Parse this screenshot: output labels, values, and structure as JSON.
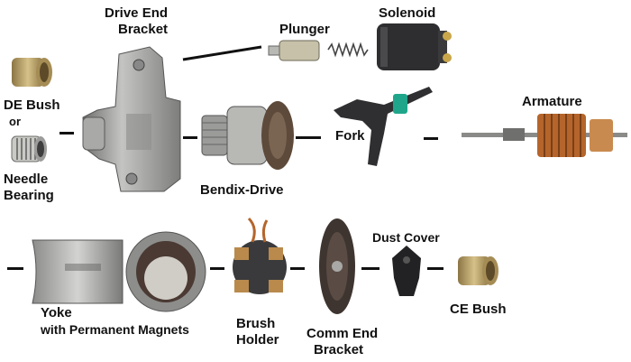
{
  "labels": {
    "drive_end_bracket_1": "Drive End",
    "drive_end_bracket_2": "Bracket",
    "plunger": "Plunger",
    "solenoid": "Solenoid",
    "de_bush": "DE Bush",
    "or": "or",
    "needle_1": "Needle",
    "needle_2": "Bearing",
    "armature": "Armature",
    "fork": "Fork",
    "bendix": "Bendix-Drive",
    "dust_cover": "Dust Cover",
    "yoke_1": "Yoke",
    "yoke_2": "with Permanent Magnets",
    "brush_1": "Brush",
    "brush_2": "Holder",
    "comm_1": "Comm End",
    "comm_2": "Bracket",
    "ce_bush": "CE Bush"
  },
  "colors": {
    "text": "#111111",
    "connector": "#111111",
    "bronze": "#b39a5e",
    "metal_grey": "#9a9a98",
    "dark_part": "#2e2e30",
    "copper": "#b5652b",
    "green_clip": "#1fa68a"
  },
  "icons": [
    "de-bush-icon",
    "needle-bearing-icon",
    "drive-end-bracket-icon",
    "plunger-icon",
    "spring-icon",
    "solenoid-icon",
    "bendix-drive-icon",
    "fork-icon",
    "armature-icon",
    "yoke-icon",
    "brush-holder-icon",
    "comm-end-bracket-icon",
    "dust-cover-icon",
    "ce-bush-icon"
  ]
}
